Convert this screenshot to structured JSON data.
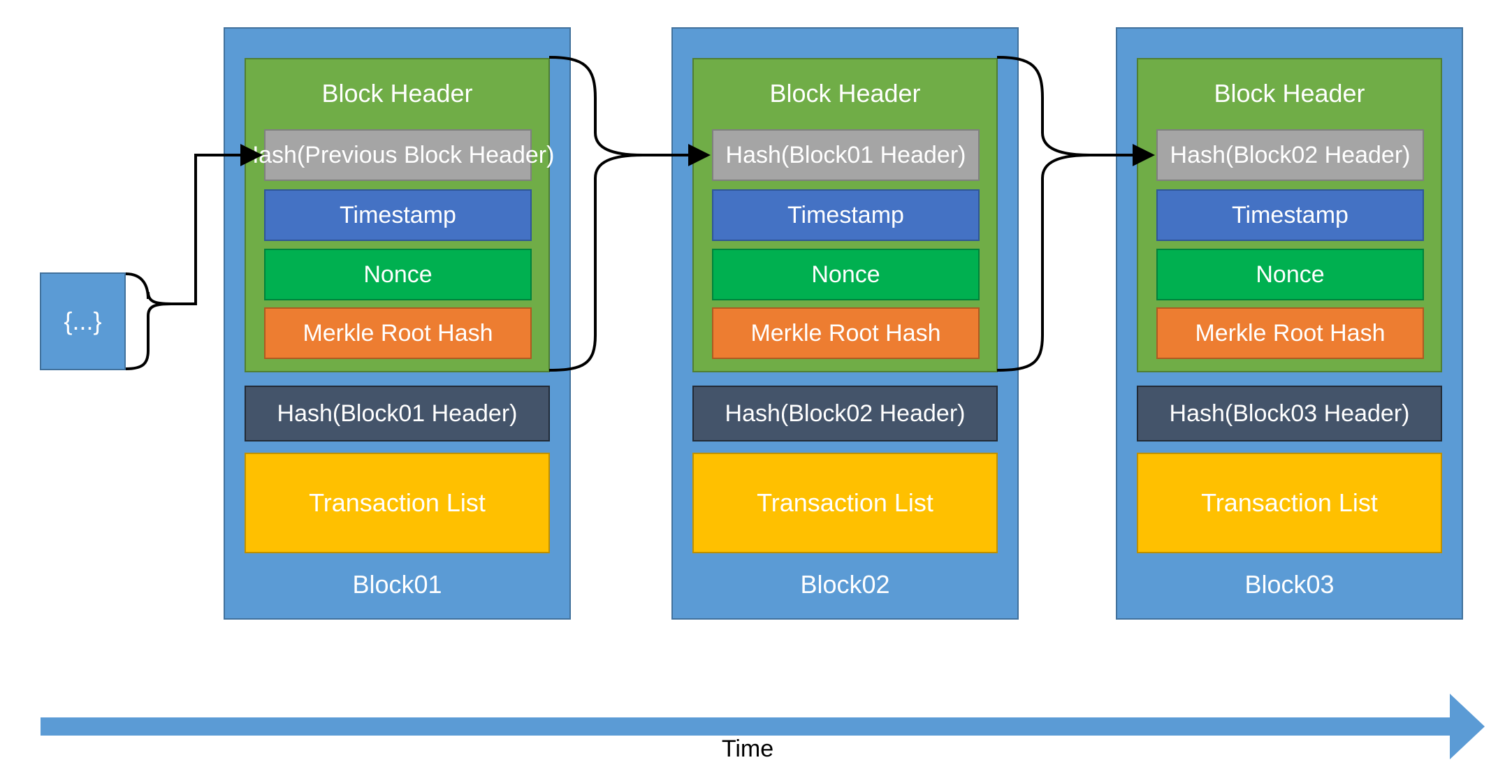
{
  "diagram": {
    "prev_block_label": "{...}",
    "blocks": [
      {
        "header_title": "Block Header",
        "prev_hash": "Hash(Previous Block Header)",
        "timestamp": "Timestamp",
        "nonce": "Nonce",
        "merkle": "Merkle Root Hash",
        "own_hash": "Hash(Block01 Header)",
        "transactions": "Transaction List",
        "name": "Block01"
      },
      {
        "header_title": "Block Header",
        "prev_hash": "Hash(Block01 Header)",
        "timestamp": "Timestamp",
        "nonce": "Nonce",
        "merkle": "Merkle Root Hash",
        "own_hash": "Hash(Block02 Header)",
        "transactions": "Transaction List",
        "name": "Block02"
      },
      {
        "header_title": "Block Header",
        "prev_hash": "Hash(Block02 Header)",
        "timestamp": "Timestamp",
        "nonce": "Nonce",
        "merkle": "Merkle Root Hash",
        "own_hash": "Hash(Block03 Header)",
        "transactions": "Transaction List",
        "name": "Block03"
      }
    ],
    "time_label": "Time"
  },
  "colors": {
    "block": "#5b9bd5",
    "header": "#70ad47",
    "prev_hash_field": "#a5a5a5",
    "timestamp_field": "#4472c4",
    "nonce_field": "#00b050",
    "merkle_field": "#ed7d31",
    "own_hash": "#44546a",
    "transaction_list": "#ffc000",
    "time_arrow": "#5b9bd5",
    "connector": "#000000"
  }
}
